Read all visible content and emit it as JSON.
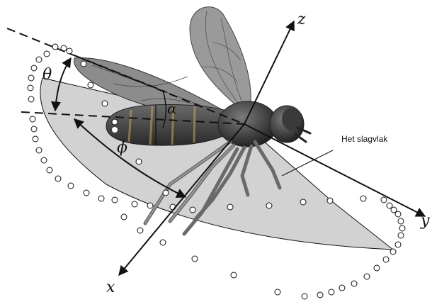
{
  "diagram": {
    "axis_labels": {
      "x": "x",
      "y": "y",
      "z": "z"
    },
    "angle_labels": {
      "theta": "θ",
      "alpha": "α",
      "phi": "ϕ"
    },
    "callout": "Het slagvlak"
  },
  "colors": {
    "stroke": "#111111",
    "plane_fill": "#d2d2d2",
    "wing_fill": "#8c8c8c",
    "body_dark": "#2b2b2b",
    "dot_fill": "#ffffff"
  }
}
